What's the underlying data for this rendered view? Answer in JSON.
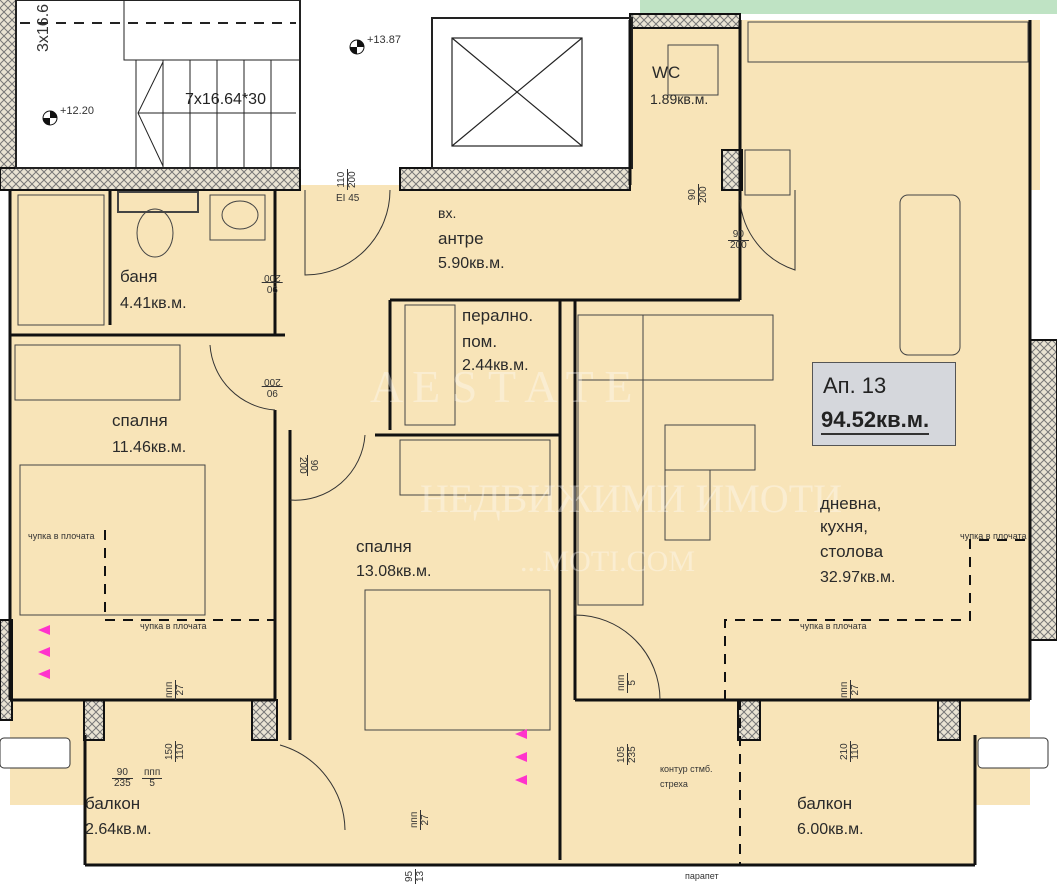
{
  "colors": {
    "floor": "#f8e4b8",
    "wall": "#1a1a1a",
    "hatch": "#9a9a9a",
    "accent_arrow": "#ff33cc",
    "apt_box": "#d5d7dc",
    "terrace_green": "#9fd3a8"
  },
  "stairs": {
    "flight_upper": "3x16.6",
    "flight_main": "7x16.64*30",
    "level_landing": "+12.20",
    "level_floor": "+13.87"
  },
  "entrance_door": {
    "dim_top": "110",
    "dim_bottom": "200",
    "fire_rating": "EI 45"
  },
  "rooms": {
    "hall": {
      "name_1": "вх.",
      "name_2": "антре",
      "area": "5.90кв.м."
    },
    "wc": {
      "name": "WC",
      "area": "1.89кв.м."
    },
    "bath": {
      "name": "баня",
      "area": "4.41кв.м."
    },
    "laundry": {
      "name_1": "перално.",
      "name_2": "пом.",
      "area": "2.44кв.м."
    },
    "bedroom1": {
      "name": "спалня",
      "area": "11.46кв.м."
    },
    "bedroom2": {
      "name": "спалня",
      "area": "13.08кв.м."
    },
    "living": {
      "name_1": "дневна,",
      "name_2": "кухня,",
      "name_3": "столова",
      "area": "32.97кв.м."
    },
    "balcony1": {
      "name": "балкон",
      "area": "2.64кв.м."
    },
    "balcony2": {
      "name": "балкон",
      "area": "6.00кв.м."
    }
  },
  "apartment": {
    "label": "Ап. 13",
    "total_area": "94.52кв.м."
  },
  "notes": {
    "slab_break": "чупка в плочата",
    "eave_outline_1": "контур стмб.",
    "eave_outline_2": "стреха",
    "parapet": "парапет"
  },
  "dimensions": {
    "wc_door": {
      "top": "90",
      "bottom": "200"
    },
    "living_door": {
      "top": "90",
      "bottom": "200"
    },
    "bath_door": {
      "top": "90",
      "bottom": "200"
    },
    "bed1_door": {
      "top": "90",
      "bottom": "200"
    },
    "bed2_door": {
      "top": "90",
      "bottom": "200"
    },
    "bed1_window": {
      "top": "ппп",
      "bottom": "27"
    },
    "bed1_balcony_door": {
      "top": "150",
      "bottom": "110"
    },
    "balcony1_door": {
      "top": "90",
      "bottom": "235"
    },
    "balcony1_sill": {
      "top": "ппп",
      "bottom": "5"
    },
    "bed2_window": {
      "top": "ппп",
      "bottom": "27"
    },
    "living_door_sill": {
      "top": "ппп",
      "bottom": "5"
    },
    "living_balcony_door": {
      "top": "105",
      "bottom": "235"
    },
    "living_window": {
      "top": "ппп",
      "bottom": "27"
    },
    "living_window_size": {
      "top": "210",
      "bottom": "110"
    },
    "bottom_cut": {
      "top": "95",
      "bottom": "13"
    }
  },
  "watermark": {
    "line1": "A  E S T A T E",
    "line2": "НЕДВИЖИМИ ИМОТИ",
    "line3": "...MOTI.COM"
  }
}
